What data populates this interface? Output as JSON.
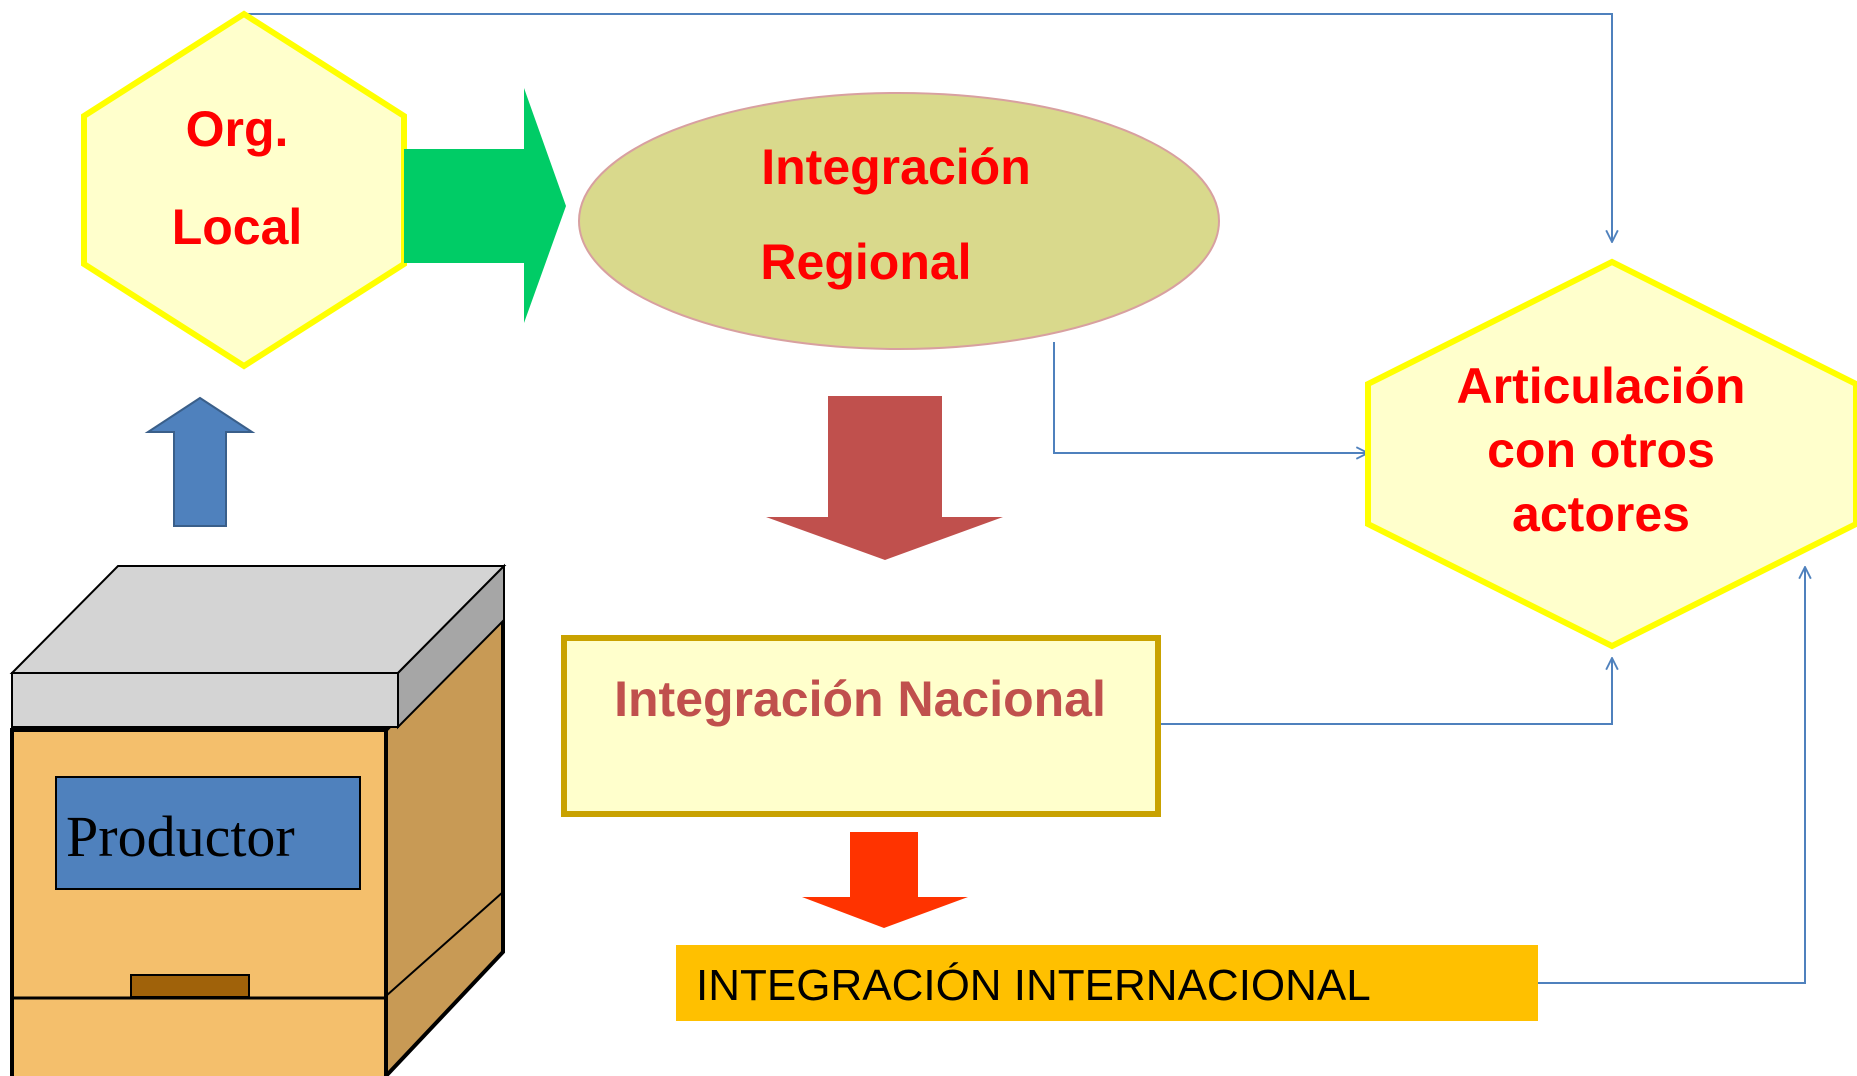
{
  "nodes": {
    "org_local": {
      "line1": "Org.",
      "line2": "Local"
    },
    "integracion_regional": {
      "line1": "Integración",
      "line2": "Regional"
    },
    "integracion_nacional": {
      "label": "Integración Nacional"
    },
    "integracion_internacional": {
      "label": "INTEGRACIÓN INTERNACIONAL"
    },
    "articulacion": {
      "line1": "Articulación",
      "line2": "con otros",
      "line3": "actores"
    },
    "productor": {
      "label": "Productor"
    }
  },
  "colors": {
    "red_text": "#FF0000",
    "brown_text": "#C0504D",
    "hexagon_fill": "#FFFFCC",
    "hexagon_stroke": "#FFFF00",
    "ellipse_fill": "#D9D98C",
    "green_arrow": "#00CC66",
    "blue_arrow": "#4F81BD",
    "red_arrow": "#C0504D",
    "orange_arrow": "#FF3300",
    "intl_box": "#FFC000",
    "connector": "#4F81BD",
    "box_front": "#F4BF6C",
    "box_side": "#C89A55",
    "box_lid": "#D4D4D4",
    "label_panel": "#4F81BD"
  }
}
